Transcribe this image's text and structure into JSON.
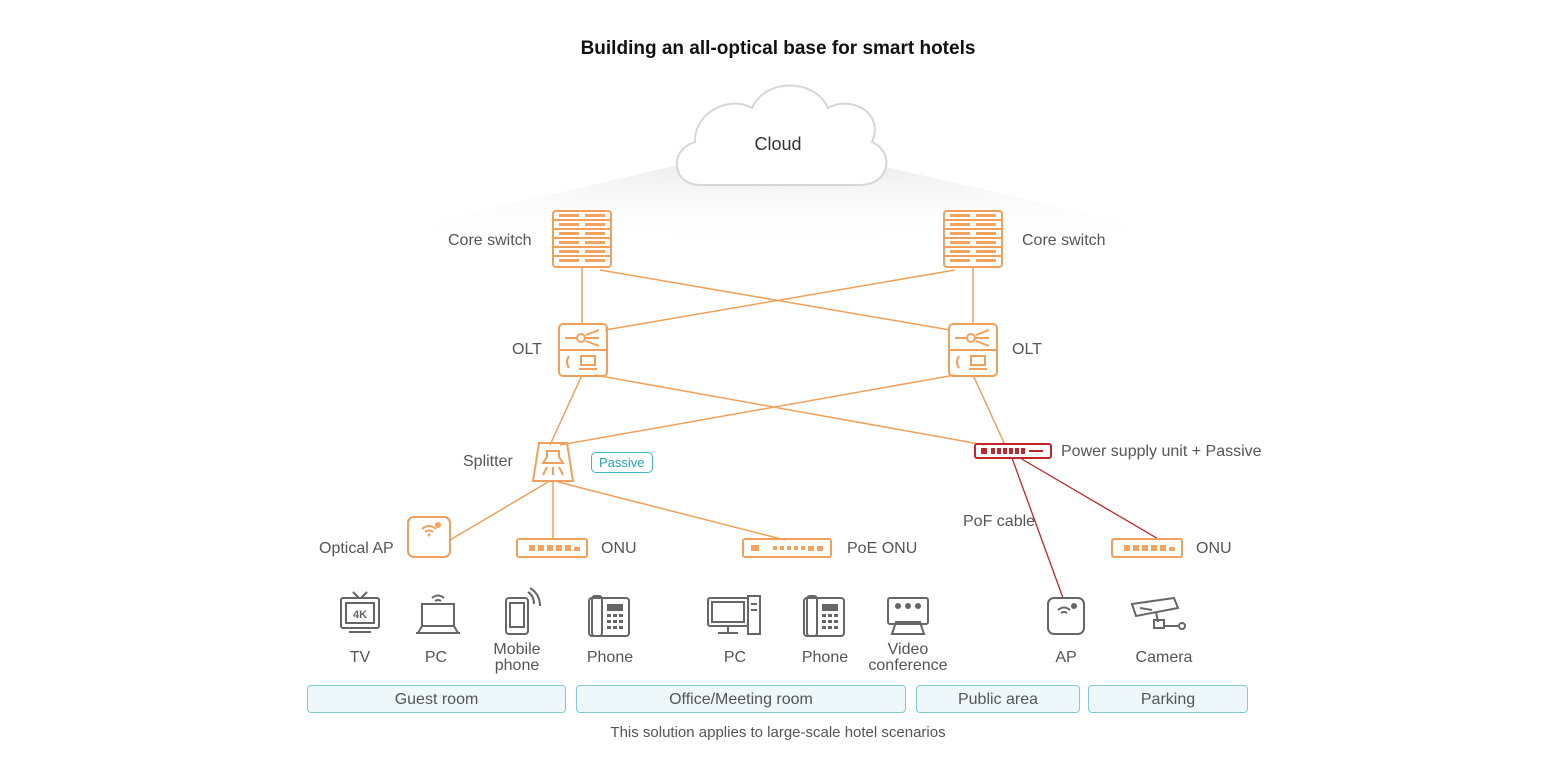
{
  "title": "Building an all-optical base for smart hotels",
  "cloud": "Cloud",
  "nodes": {
    "core_switch_left": "Core switch",
    "core_switch_right": "Core switch",
    "olt_left": "OLT",
    "olt_right": "OLT",
    "splitter": "Splitter",
    "passive_tag": "Passive",
    "psu": "Power supply unit + Passive",
    "pof_cable": "PoF cable",
    "optical_ap": "Optical AP",
    "onu_left": "ONU",
    "poe_onu": "PoE ONU",
    "onu_right": "ONU"
  },
  "devices": {
    "tv": "TV",
    "pc_guest": "PC",
    "mobile_phone_line1": "Mobile",
    "mobile_phone_line2": "phone",
    "phone_guest": "Phone",
    "pc_office": "PC",
    "phone_office": "Phone",
    "video_conference_line1": "Video",
    "video_conference_line2": "conference",
    "ap": "AP",
    "camera": "Camera",
    "tv_badge": "4K"
  },
  "zones": [
    "Guest room",
    "Office/Meeting room",
    "Public area",
    "Parking"
  ],
  "footer": "This solution applies to large-scale hotel scenarios",
  "colors": {
    "fiber": "#f0a05a",
    "pof": "#c0262b",
    "accent_tag": "#22a6b3",
    "zone_border": "#7fcad3"
  }
}
